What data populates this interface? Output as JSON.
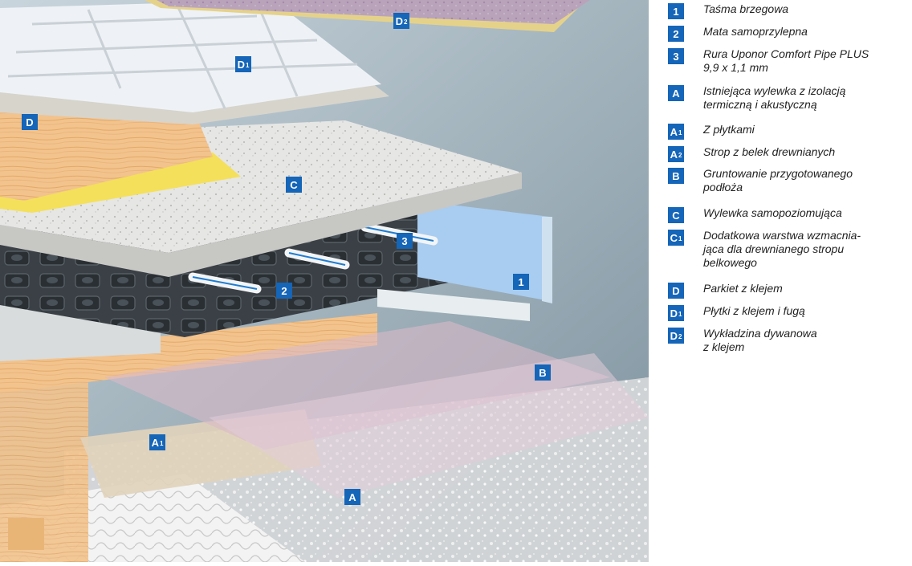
{
  "diagram": {
    "markers": [
      {
        "id": "D2",
        "text": "D",
        "sub": "2"
      },
      {
        "id": "D1",
        "text": "D",
        "sub": "1"
      },
      {
        "id": "D",
        "text": "D",
        "sub": ""
      },
      {
        "id": "C",
        "text": "C",
        "sub": ""
      },
      {
        "id": "3",
        "text": "3",
        "sub": ""
      },
      {
        "id": "2",
        "text": "2",
        "sub": ""
      },
      {
        "id": "1",
        "text": "1",
        "sub": ""
      },
      {
        "id": "B",
        "text": "B",
        "sub": ""
      },
      {
        "id": "A1",
        "text": "A",
        "sub": "1"
      },
      {
        "id": "A",
        "text": "A",
        "sub": ""
      }
    ]
  },
  "legend": {
    "items": [
      {
        "key": "1",
        "sub": "",
        "text": "Taśma brzegowa"
      },
      {
        "key": "2",
        "sub": "",
        "text": "Mata samoprzylepna"
      },
      {
        "key": "3",
        "sub": "",
        "text": "Rura Uponor Comfort Pipe PLUS\n9,9 x 1,1 mm"
      },
      {
        "key": "A",
        "sub": "",
        "text": "Istniejąca wylewka z izolacją\ntermiczną i akustyczną"
      },
      {
        "key": "A",
        "sub": "1",
        "text": "Z płytkami"
      },
      {
        "key": "A",
        "sub": "2",
        "text": "Strop z belek drewnianych"
      },
      {
        "key": "B",
        "sub": "",
        "text": "Gruntowanie przygotowanego\npodłoża"
      },
      {
        "key": "C",
        "sub": "",
        "text": "Wylewka samopoziomująca"
      },
      {
        "key": "C",
        "sub": "1",
        "text": "Dodatkowa warstwa wzmacnia-\njąca dla drewnianego stropu\nbelkowego"
      },
      {
        "key": "D",
        "sub": "",
        "text": "Parkiet z klejem"
      },
      {
        "key": "D",
        "sub": "1",
        "text": "Płytki z klejem i fugą"
      },
      {
        "key": "D",
        "sub": "2",
        "text": "Wykładzina dywanowa\nz klejem"
      }
    ]
  }
}
